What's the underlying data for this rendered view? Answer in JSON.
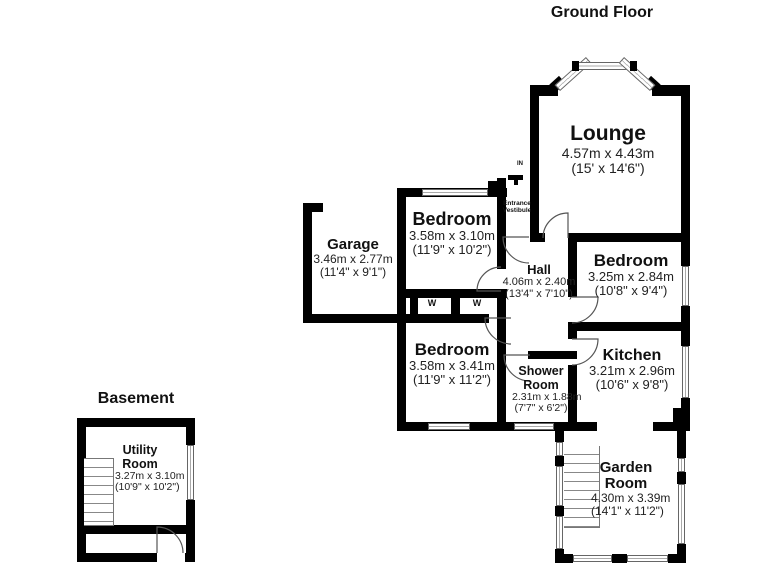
{
  "titles": {
    "ground": "Ground Floor",
    "basement": "Basement"
  },
  "rooms": {
    "lounge": {
      "name": "Lounge",
      "metric": "4.57m x 4.43m",
      "imperial": "(15' x 14'6\")"
    },
    "bedroom1": {
      "name": "Bedroom",
      "metric": "3.58m x 3.10m",
      "imperial": "(11'9\" x 10'2\")"
    },
    "garage": {
      "name": "Garage",
      "metric": "3.46m x 2.77m",
      "imperial": "(11'4\" x 9'1\")"
    },
    "hall": {
      "name": "Hall",
      "metric": "4.06m x 2.40m",
      "imperial": "(13'4\" x 7'10\")"
    },
    "bedroom2": {
      "name": "Bedroom",
      "metric": "3.25m x 2.84m",
      "imperial": "(10'8\" x 9'4\")"
    },
    "kitchen": {
      "name": "Kitchen",
      "metric": "3.21m x 2.96m",
      "imperial": "(10'6\" x 9'8\")"
    },
    "bedroom3": {
      "name": "Bedroom",
      "metric": "3.58m x 3.41m",
      "imperial": "(11'9\" x 11'2\")"
    },
    "shower": {
      "name": "Shower Room",
      "metric": "2.31m x 1.88m",
      "imperial": "(7'7\" x 6'2\")"
    },
    "garden": {
      "name": "Garden Room",
      "metric": "4.30m x 3.39m",
      "imperial": "(14'1\" x 11'2\")"
    },
    "utility": {
      "name": "Utility Room",
      "metric": "3.27m x 3.10m",
      "imperial": "(10'9\" x 10'2\")"
    },
    "vestibule": {
      "name": "Entrance Vestibule"
    }
  },
  "markers": {
    "entrance": "IN",
    "wardrobe": "W"
  },
  "colors": {
    "wall": "#000000",
    "text": "#111111",
    "window_frame": "#666666"
  }
}
